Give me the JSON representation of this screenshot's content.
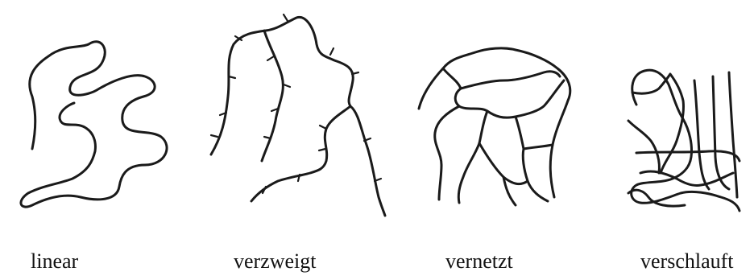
{
  "figure": {
    "captions": {
      "linear": "linear",
      "verzweigt": "verzweigt",
      "vernetzt": "vernetzt",
      "verschlauft": "verschlauft"
    }
  }
}
